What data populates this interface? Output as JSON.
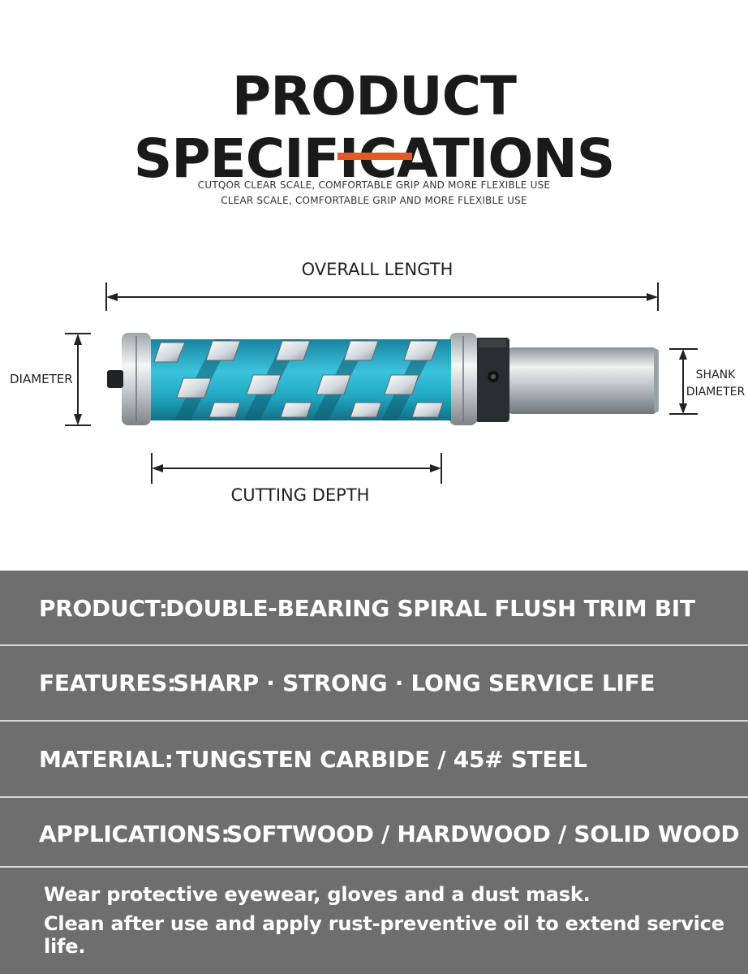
{
  "header": {
    "title": "PRODUCT SPECIFICATIONS",
    "subtitle_line1": "CUTQOR CLEAR SCALE, COMFORTABLE GRIP AND MORE FLEXIBLE USE",
    "subtitle_line2": "CLEAR SCALE, COMFORTABLE GRIP AND MORE FLEXIBLE USE",
    "accent_color": "#e25a2a"
  },
  "diagram": {
    "overall_length_label": "OVERALL  LENGTH",
    "cutting_depth_label": "CUTTING DEPTH",
    "diameter_label": "DIAMETER",
    "shank_label_line1": "SHANK",
    "shank_label_line2": "DIAMETER",
    "cutter_color": "#21a9c4",
    "illustration": "double-bearing-spiral-router-bit"
  },
  "specs": [
    {
      "key": "PRODUCT:",
      "value": "DOUBLE-BEARING SPIRAL FLUSH TRIM BIT"
    },
    {
      "key": "FEATURES:",
      "value": "SHARP · STRONG · LONG SERVICE LIFE"
    },
    {
      "key": "MATERIAL:",
      "value": "TUNGSTEN CARBIDE / 45# STEEL"
    },
    {
      "key": "APPLICATIONS:",
      "value": "SOFTWOOD / HARDWOOD / SOLID WOOD"
    }
  ],
  "notes": {
    "line1": "Wear protective eyewear, gloves and a dust mask.",
    "line2": "Clean after use and apply rust-preventive oil to extend service life."
  },
  "panel_color": "#6e6e6e"
}
